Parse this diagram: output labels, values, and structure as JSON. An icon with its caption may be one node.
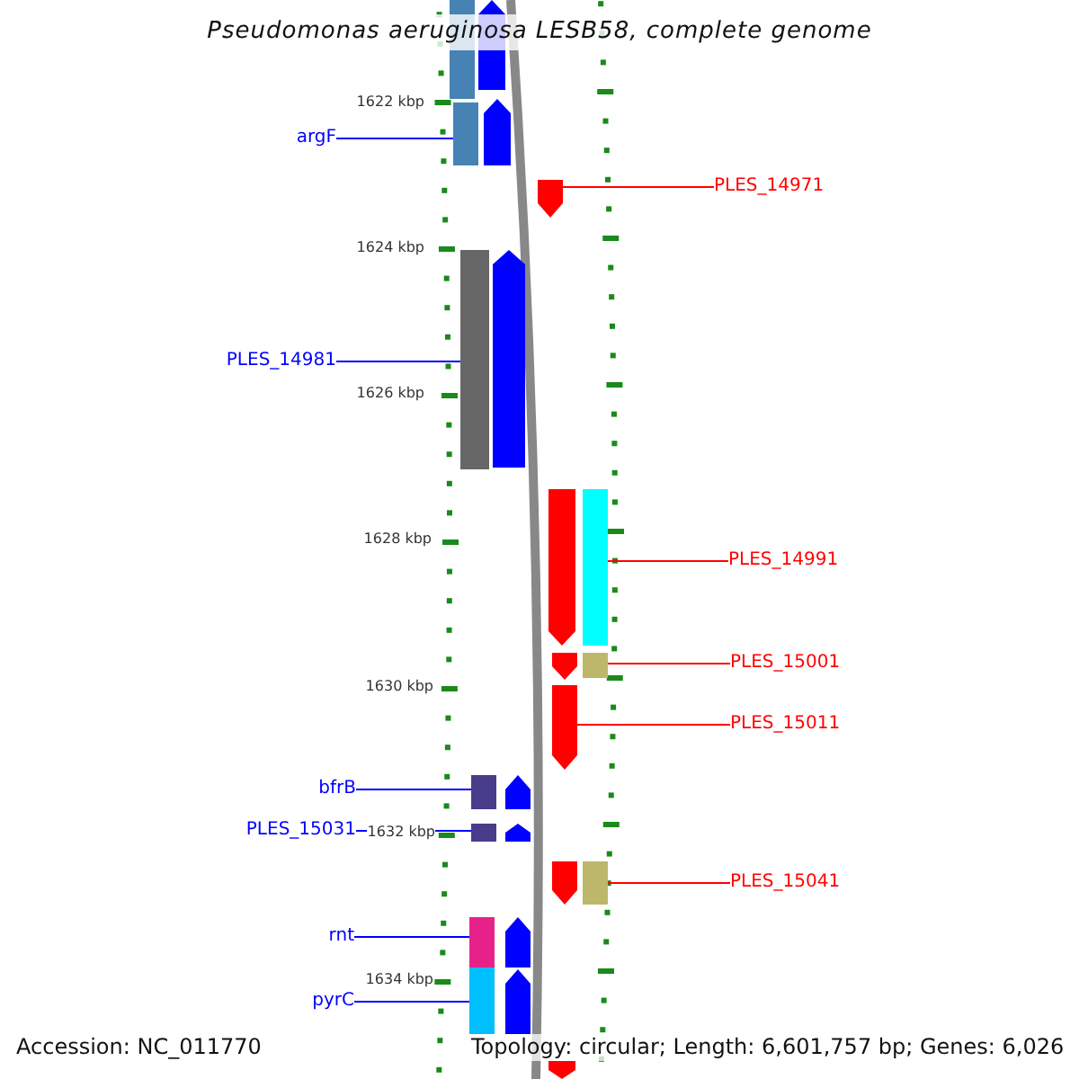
{
  "diagram": {
    "title": "Pseudomonas aeruginosa LESB58, complete genome",
    "nodes": [
      {
        "text": [],
        "shape": "bar"
      },
      {
        "text": [],
        "shape": "arrow"
      },
      {
        "text": [],
        "shape": "bar"
      },
      {
        "text": [],
        "shape": "arrow"
      },
      {
        "text": [
          "argF"
        ]
      },
      {
        "text": [],
        "shape": "arrow"
      },
      {
        "text": [
          "PLES_14971"
        ]
      },
      {
        "text": [],
        "shape": "bar"
      },
      {
        "text": [],
        "shape": "arrow"
      },
      {
        "text": [
          "PLES_14981"
        ]
      },
      {
        "text": [],
        "shape": "arrow"
      },
      {
        "text": [],
        "shape": "bar"
      },
      {
        "text": [
          "PLES_14991"
        ]
      },
      {
        "text": [],
        "shape": "arrow"
      },
      {
        "text": [],
        "shape": "bar"
      },
      {
        "text": [
          "PLES_15001"
        ]
      },
      {
        "text": [],
        "shape": "arrow"
      },
      {
        "text": [
          "PLES_15011"
        ]
      },
      {
        "text": [],
        "shape": "bar"
      },
      {
        "text": [],
        "shape": "arrow"
      },
      {
        "text": [
          "bfrB"
        ]
      },
      {
        "text": [],
        "shape": "bar"
      },
      {
        "text": [],
        "shape": "arrow"
      },
      {
        "text": [
          "PLES_15031"
        ]
      },
      {
        "text": [],
        "shape": "arrow"
      },
      {
        "text": [],
        "shape": "bar"
      },
      {
        "text": [
          "PLES_15041"
        ]
      },
      {
        "text": [],
        "shape": "bar"
      },
      {
        "text": [],
        "shape": "arrow"
      },
      {
        "text": [
          "rnt"
        ]
      },
      {
        "text": [],
        "shape": "bar"
      },
      {
        "text": [],
        "shape": "arrow"
      },
      {
        "text": [
          "pyrC"
        ]
      },
      {
        "text": [],
        "shape": "arrow"
      }
    ],
    "edges": [
      {
        "from": 4,
        "to": 2,
        "arrow": "none"
      },
      {
        "from": 6,
        "to": 5,
        "arrow": "none",
        "color": "#ff0000"
      },
      {
        "from": 9,
        "to": 7,
        "arrow": "none"
      },
      {
        "from": 12,
        "to": 11,
        "arrow": "none",
        "color": "#ff0000"
      },
      {
        "from": 15,
        "to": 14,
        "arrow": "none",
        "color": "#ff0000"
      },
      {
        "from": 17,
        "to": 16,
        "arrow": "none",
        "color": "#ff0000"
      },
      {
        "from": 20,
        "to": 18,
        "arrow": "none"
      },
      {
        "from": 23,
        "to": 21,
        "arrow": "none"
      },
      {
        "from": 26,
        "to": 25,
        "arrow": "none",
        "color": "#ff0000"
      },
      {
        "from": 29,
        "to": 27,
        "arrow": "none"
      },
      {
        "from": 32,
        "to": 30,
        "arrow": "none"
      }
    ],
    "labels": [
      "1622 kbp",
      "1624 kbp",
      "1626 kbp",
      "1628 kbp",
      "1630 kbp",
      "1632 kbp",
      "1634 kbp",
      "Accession: NC_011770",
      "Topology: circular; Length: 6,601,757 bp; Genes: 6,026"
    ]
  }
}
